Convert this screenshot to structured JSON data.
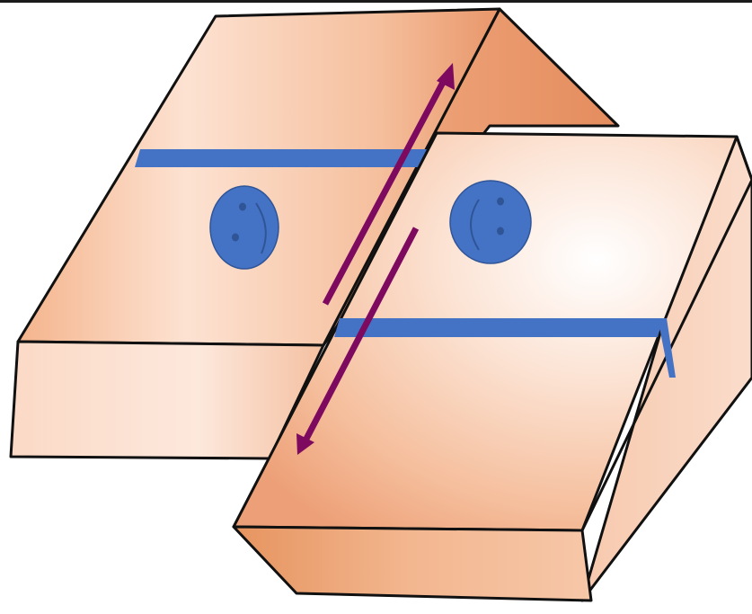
{
  "diagram": {
    "blocks": [
      {
        "id": "left",
        "role": "fault-block"
      },
      {
        "id": "right",
        "role": "fault-block"
      }
    ],
    "markers": [
      "smiley-face",
      "smiley-face"
    ],
    "motion_arrows": [
      "up-arrow",
      "down-arrow"
    ],
    "stripes": [
      "offset-stripe",
      "offset-stripe"
    ]
  },
  "colors": {
    "block_light": "#fde6d8",
    "block_mid": "#f6c3a2",
    "block_dark": "#e79a6e",
    "stripe": "#4472c4",
    "arrow": "#7d0a5f",
    "outline": "#111111"
  }
}
